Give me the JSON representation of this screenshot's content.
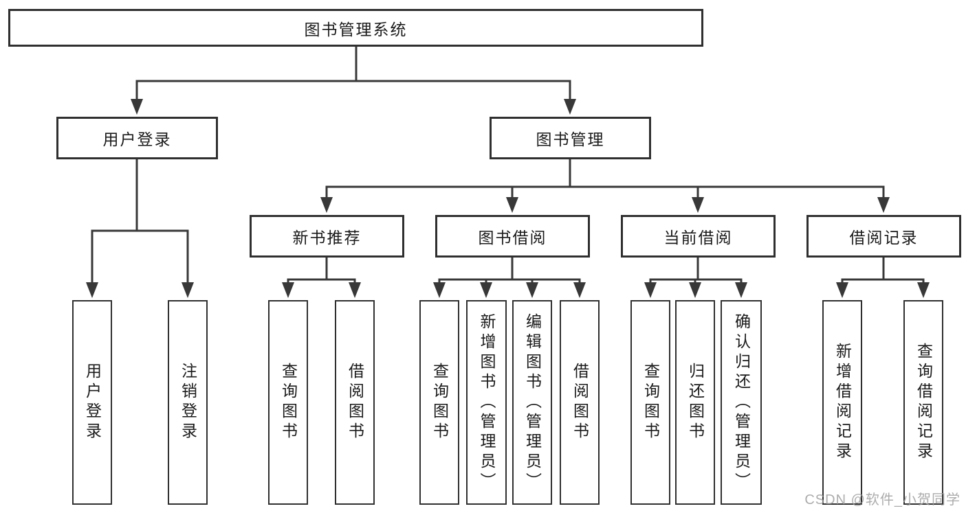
{
  "title": "图书管理系统",
  "level2": [
    {
      "label": "用户登录"
    },
    {
      "label": "图书管理"
    }
  ],
  "level3": [
    {
      "label": "新书推荐"
    },
    {
      "label": "图书借阅"
    },
    {
      "label": "当前借阅"
    },
    {
      "label": "借阅记录"
    }
  ],
  "leaves": [
    {
      "label": "用户登录"
    },
    {
      "label": "注销登录"
    },
    {
      "label": "查询图书"
    },
    {
      "label": "借阅图书"
    },
    {
      "label": "查询图书"
    },
    {
      "label": "新增图书（管理员）"
    },
    {
      "label": "编辑图书（管理员）"
    },
    {
      "label": "借阅图书"
    },
    {
      "label": "查询图书"
    },
    {
      "label": "归还图书"
    },
    {
      "label": "确认归还（管理员）"
    },
    {
      "label": "新增借阅记录"
    },
    {
      "label": "查询借阅记录"
    }
  ],
  "watermark": "CSDN @软件_小贺同学",
  "colors": {
    "line": "#383838",
    "border": "#2f2f2f",
    "text": "#1a1a1a",
    "background": "#ffffff",
    "watermark": "#9e9e9e"
  }
}
